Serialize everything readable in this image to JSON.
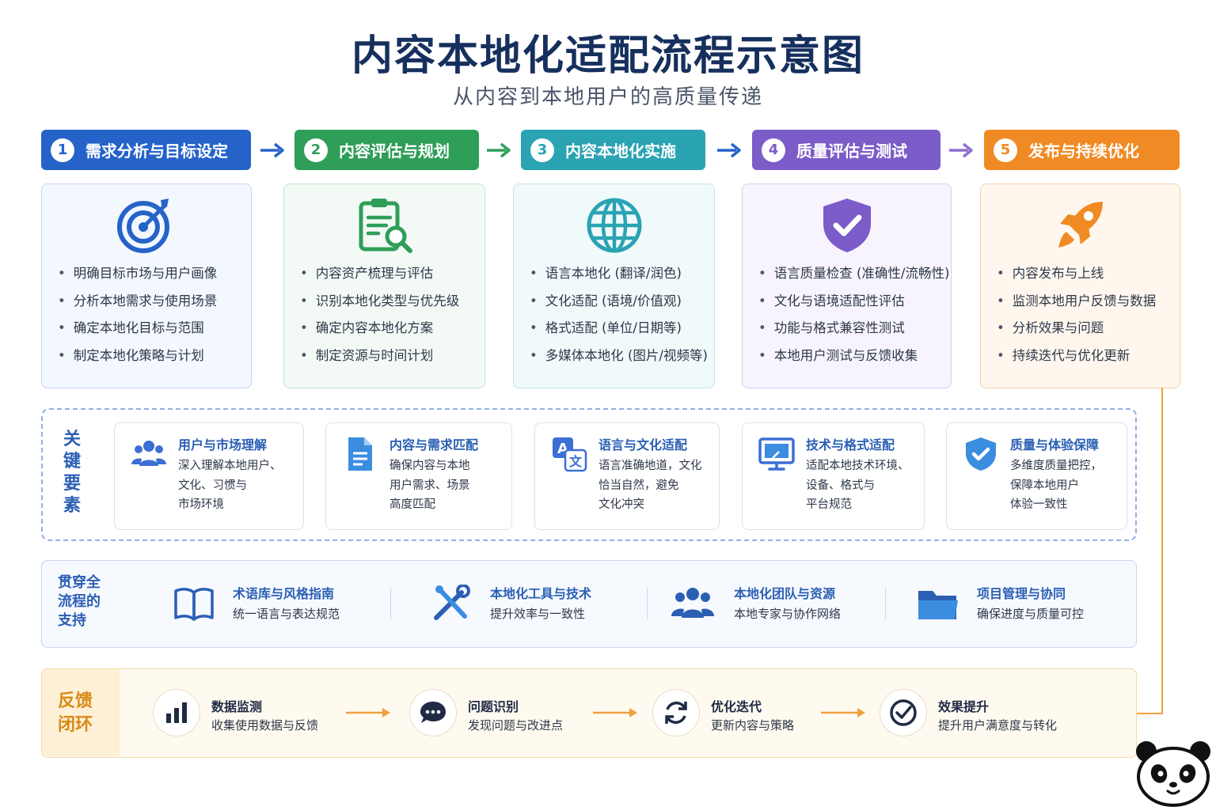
{
  "header": {
    "title": "内容本地化适配流程示意图",
    "subtitle": "从内容到本地用户的高质量传递"
  },
  "colors": {
    "step1": "#2563c9",
    "step2": "#2f9e58",
    "step3": "#2aa3b3",
    "step4": "#7b5cc8",
    "step5": "#f08a24",
    "accent": "#2b5fb4",
    "feedback": "#d98a16"
  },
  "steps": [
    {
      "num": "1",
      "label": "需求分析与目标设定",
      "icon": "target-icon",
      "bullets": [
        "明确目标市场与用户画像",
        "分析本地需求与使用场景",
        "确定本地化目标与范围",
        "制定本地化策略与计划"
      ]
    },
    {
      "num": "2",
      "label": "内容评估与规划",
      "icon": "clipboard-search-icon",
      "bullets": [
        "内容资产梳理与评估",
        "识别本地化类型与优先级",
        "确定内容本地化方案",
        "制定资源与时间计划"
      ]
    },
    {
      "num": "3",
      "label": "内容本地化实施",
      "icon": "globe-icon",
      "bullets": [
        "语言本地化 (翻译/润色)",
        "文化适配 (语境/价值观)",
        "格式适配 (单位/日期等)",
        "多媒体本地化 (图片/视频等)"
      ]
    },
    {
      "num": "4",
      "label": "质量评估与测试",
      "icon": "shield-check-icon",
      "bullets": [
        "语言质量检查 (准确性/流畅性)",
        "文化与语境适配性评估",
        "功能与格式兼容性测试",
        "本地用户测试与反馈收集"
      ]
    },
    {
      "num": "5",
      "label": "发布与持续优化",
      "icon": "rocket-icon",
      "bullets": [
        "内容发布与上线",
        "监测本地用户反馈与数据",
        "分析效果与问题",
        "持续迭代与优化更新"
      ]
    }
  ],
  "key_elements": {
    "label": "关键要素",
    "items": [
      {
        "title": "用户与市场理解",
        "icon": "users-icon",
        "lines": [
          "深入理解本地用户、",
          "文化、习惯与",
          "市场环境"
        ]
      },
      {
        "title": "内容与需求匹配",
        "icon": "document-icon",
        "lines": [
          "确保内容与本地",
          "用户需求、场景",
          "高度匹配"
        ]
      },
      {
        "title": "语言与文化适配",
        "icon": "translate-icon",
        "lines": [
          "语言准确地道，文化",
          "恰当自然，避免",
          "文化冲突"
        ]
      },
      {
        "title": "技术与格式适配",
        "icon": "monitor-icon",
        "lines": [
          "适配本地技术环境、",
          "设备、格式与",
          "平台规范"
        ]
      },
      {
        "title": "质量与体验保障",
        "icon": "shield-check-icon",
        "lines": [
          "多维度质量把控，",
          "保障本地用户",
          "体验一致性"
        ]
      }
    ]
  },
  "support": {
    "label": "贯穿全流程的支持",
    "items": [
      {
        "title": "术语库与风格指南",
        "desc": "统一语言与表达规范",
        "icon": "book-icon"
      },
      {
        "title": "本地化工具与技术",
        "desc": "提升效率与一致性",
        "icon": "tools-icon"
      },
      {
        "title": "本地化团队与资源",
        "desc": "本地专家与协作网络",
        "icon": "team-icon"
      },
      {
        "title": "项目管理与协同",
        "desc": "确保进度与质量可控",
        "icon": "folder-icon"
      }
    ]
  },
  "feedback": {
    "label": "反馈闭环",
    "items": [
      {
        "title": "数据监测",
        "desc": "收集使用数据与反馈",
        "icon": "bar-chart-icon"
      },
      {
        "title": "问题识别",
        "desc": "发现问题与改进点",
        "icon": "chat-bubble-icon"
      },
      {
        "title": "优化迭代",
        "desc": "更新内容与策略",
        "icon": "refresh-icon"
      },
      {
        "title": "效果提升",
        "desc": "提升用户满意度与转化",
        "icon": "check-circle-icon"
      }
    ]
  }
}
